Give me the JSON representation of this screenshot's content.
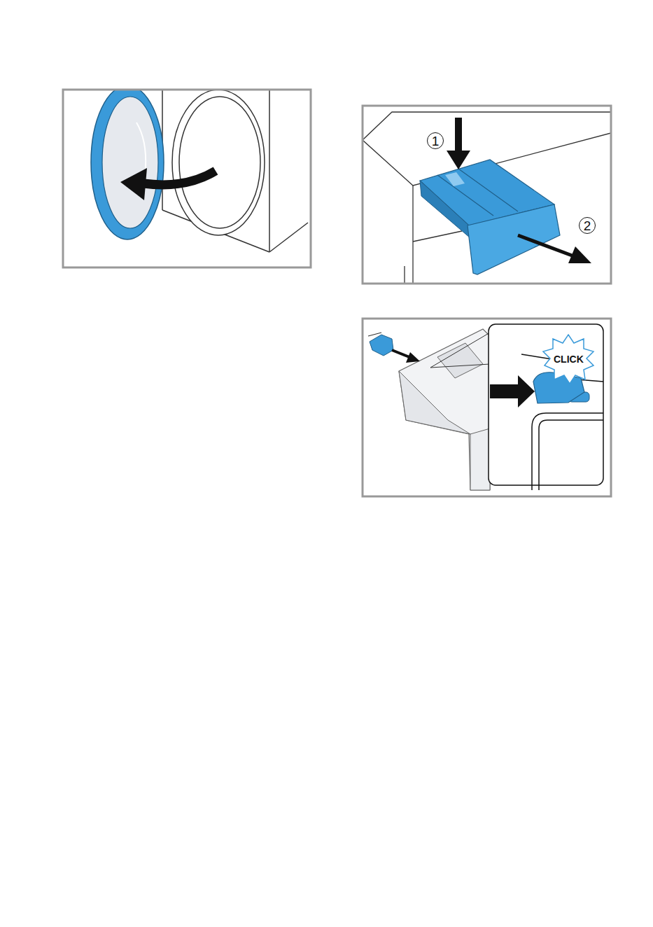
{
  "diagram": {
    "labels": [
      "1",
      "2",
      "CLICK"
    ]
  }
}
